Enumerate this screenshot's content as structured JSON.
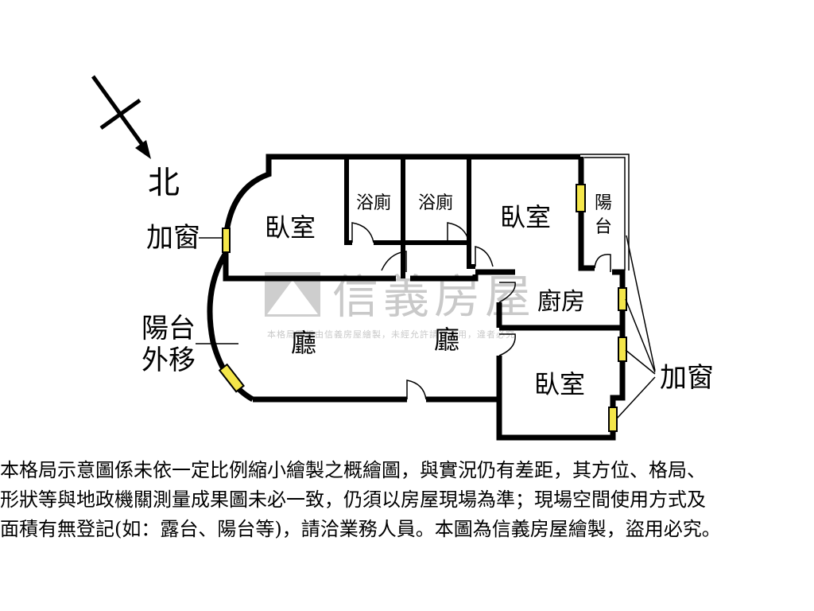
{
  "compass": {
    "north_label": "北"
  },
  "rooms": {
    "bedroom_nw": "臥室",
    "bath_1": "浴廁",
    "bath_2": "浴廁",
    "bedroom_ne": "臥室",
    "balcony": "陽",
    "balcony_2": "台",
    "kitchen": "廚房",
    "living_left": "廳",
    "living_right": "廳",
    "bedroom_se": "臥室"
  },
  "annotations": {
    "added_window_left": "加窗",
    "balcony_moved_line1": "陽台",
    "balcony_moved_line2": "外移",
    "added_window_right": "加窗"
  },
  "watermark": {
    "brand": "信義房屋",
    "notice": "本格局圖係由信義房屋繪製，未經允許請勿盜用，違者必究"
  },
  "disclaimer": {
    "line1": "本格局示意圖係未依一定比例縮小繪製之概繪圖，與實況仍有差距，其方位、格局、",
    "line2": "形狀等與地政機關測量成果圖未必一致，仍須以房屋現場為準；現場空間使用方式及",
    "line3": "面積有無登記(如：露台、陽台等)，請洽業務人員。本圖為信義房屋繪製，盜用必究。"
  },
  "colors": {
    "wall": "#000000",
    "window_fill": "#f4e64a",
    "watermark": "#c4c4c4"
  }
}
